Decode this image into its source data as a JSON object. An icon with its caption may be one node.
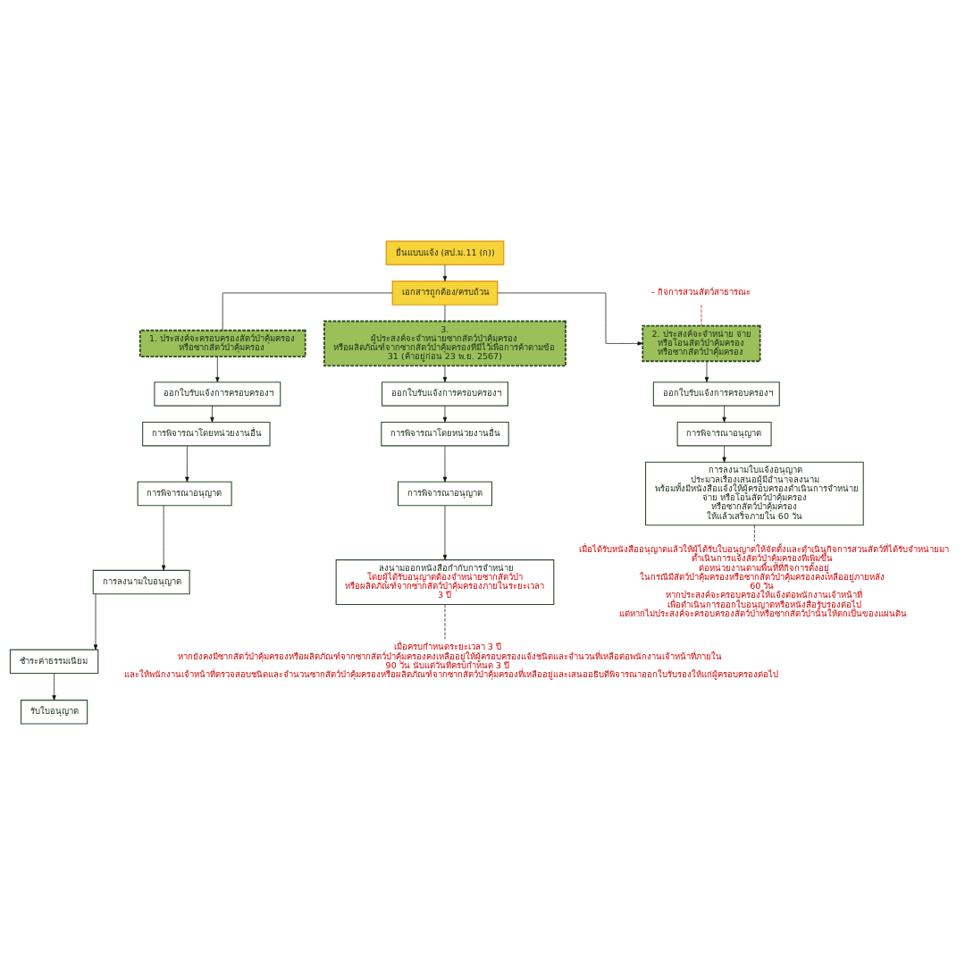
{
  "diagram": {
    "nodes": [
      {
        "text": [
          "ยื่นแบบแจ้ง (สป.ม.11 (ก))"
        ]
      },
      {
        "text": [
          "เอกสารถูกต้อง/ครบถ้วน"
        ]
      },
      {
        "text": [
          "– กิจการสวนสัตว์สาธารณะ"
        ]
      },
      {
        "text": [
          "1. ประสงค์จะครอบครองสัตว์ป่าคุ้มครอง หรือซากสัตว์ป่าคุ้มครอง"
        ]
      },
      {
        "text": [
          "2. ประสงค์จะจำหน่าย จ่าย หรือโอนสัตว์ป่าคุ้มครอง หรือซากสัตว์ป่าคุ้มครอง"
        ]
      },
      {
        "text": [
          "3. ผู้ประสงค์จะจำหน่ายซากสัตว์ป่าคุ้มครอง หรือผลิตภัณฑ์จากซากสัตว์ป่าคุ้มครองที่มีไว้เพื่อการค้าตามข้อ 31 (ค้าอยู่ก่อน 23 พ.ย. 2567)"
        ]
      },
      {
        "text": [
          "ออกใบรับแจ้งการครอบครองฯ"
        ]
      },
      {
        "text": [
          "การพิจารณาโดยหน่วยงานอื่น"
        ]
      },
      {
        "text": [
          "การพิจารณาอนุญาต"
        ]
      },
      {
        "text": [
          "การลงนามใบอนุญาต"
        ]
      },
      {
        "text": [
          "ชำระค่าธรรมเนียม"
        ]
      },
      {
        "text": [
          "รับใบอนุญาต"
        ]
      },
      {
        "text": [
          "ออกใบรับแจ้งการครอบครองฯ"
        ]
      },
      {
        "text": [
          "การพิจารณาอนุญาต"
        ]
      },
      {
        "text": [
          "การลงนามใบแจ้งอนุญาต",
          "ประมวลเรื่องเสนอผู้มีอำนาจลงนาม พร้อมทั้งมีหนังสือแจ้งให้ผู้ครอบครองดำเนินการจำหน่าย จ่าย หรือโอนสัตว์ป่าคุ้มครอง หรือซากสัตว์ป่าคุ้มครอง",
          "ให้แล้วเสร็จภายใน 60 วัน"
        ]
      },
      {
        "text": [
          "เมื่อได้รับหนังสืออนุญาตแล้วให้ผู้ได้รับใบอนุญาตให้จัดตั้งและดำเนินกิจการสวนสัตว์ที่ได้รับจำหน่ายมา ดำเนินการแจ้งสัตว์ป่าคุ้มครองที่เพิ่มขึ้น ต่อหน่วยงานตามพื้นที่ที่กิจการตั้งอยู่",
          "ในกรณีมีสัตว์ป่าคุ้มครองหรือซากสัตว์ป่าคุ้มครองคงเหลืออยู่ภายหลัง 60 วัน หากประสงค์จะครอบครองให้แจ้งต่อพนักงานเจ้าหน้าที่ เพื่อดำเนินการออกใบอนุญาตหรือหนังสือรับรองต่อไป แต่หากไม่ประสงค์จะครอบครองสัตว์ป่าหรือซากสัตว์ป่านั้นให้ตกเป็นของแผ่นดิน"
        ]
      },
      {
        "text": [
          "ออกใบรับแจ้งการครอบครองฯ"
        ]
      },
      {
        "text": [
          "การพิจารณาโดยหน่วยงานอื่น"
        ]
      },
      {
        "text": [
          "การพิจารณาอนุญาต"
        ]
      },
      {
        "text": [
          "ลงนามออกหนังสือกำกับการจำหน่าย",
          "โดยผู้ได้รับอนุญาตต้องจำหน่ายซากสัตว์ป่า หรือผลิตภัณฑ์จากซากสัตว์ป่าคุ้มครองภายในระยะเวลา 3 ปี"
        ]
      },
      {
        "text": [
          "เมื่อครบกำหนดระยะเวลา 3 ปี หากยังคงมีซากสัตว์ป่าคุ้มครองหรือผลิตภัณฑ์จากซากสัตว์ป่าคุ้มครองคงเหลืออยู่ให้ผู้ครอบครองแจ้งชนิดและจำนวนที่เหลือต่อพนักงานเจ้าหน้าที่ภายใน 90 วัน นับแต่วันที่ครบกำหนด 3 ปี และให้พนักงานเจ้าหน้าที่ตรวจสอบชนิดและจำนวนซากสัตว์ป่าคุ้มครองหรือผลิตภัณฑ์จากซากสัตว์ป่าคุ้มครองที่เหลืออยู่และเสนออธิบดีพิจารณาออกใบรับรองให้แก่ผู้ครอบครองต่อไป"
        ]
      }
    ],
    "edges": [
      {
        "from": 0,
        "to": 1,
        "arrow": "to"
      },
      {
        "from": 1,
        "to": 3,
        "arrow": "none"
      },
      {
        "from": 1,
        "to": 4,
        "arrow": "to"
      },
      {
        "from": 1,
        "to": 5,
        "arrow": "none"
      },
      {
        "from": 2,
        "to": 4,
        "arrow": "none",
        "style": "dashed",
        "color": "#c00000"
      },
      {
        "from": 3,
        "to": 6,
        "arrow": "to"
      },
      {
        "from": 6,
        "to": 7,
        "arrow": "to"
      },
      {
        "from": 7,
        "to": 8,
        "arrow": "to"
      },
      {
        "from": 8,
        "to": 9,
        "arrow": "to"
      },
      {
        "from": 9,
        "to": 10,
        "arrow": "to"
      },
      {
        "from": 10,
        "to": 11,
        "arrow": "to"
      },
      {
        "from": 4,
        "to": 12,
        "arrow": "to"
      },
      {
        "from": 12,
        "to": 13,
        "arrow": "to"
      },
      {
        "from": 13,
        "to": 14,
        "arrow": "to"
      },
      {
        "from": 14,
        "to": 15,
        "arrow": "none",
        "style": "dashed"
      },
      {
        "from": 5,
        "to": 16,
        "arrow": "to"
      },
      {
        "from": 16,
        "to": 17,
        "arrow": "to"
      },
      {
        "from": 17,
        "to": 18,
        "arrow": "to"
      },
      {
        "from": 18,
        "to": 19,
        "arrow": "to"
      },
      {
        "from": 19,
        "to": 20,
        "arrow": "none",
        "style": "dashed"
      }
    ]
  }
}
